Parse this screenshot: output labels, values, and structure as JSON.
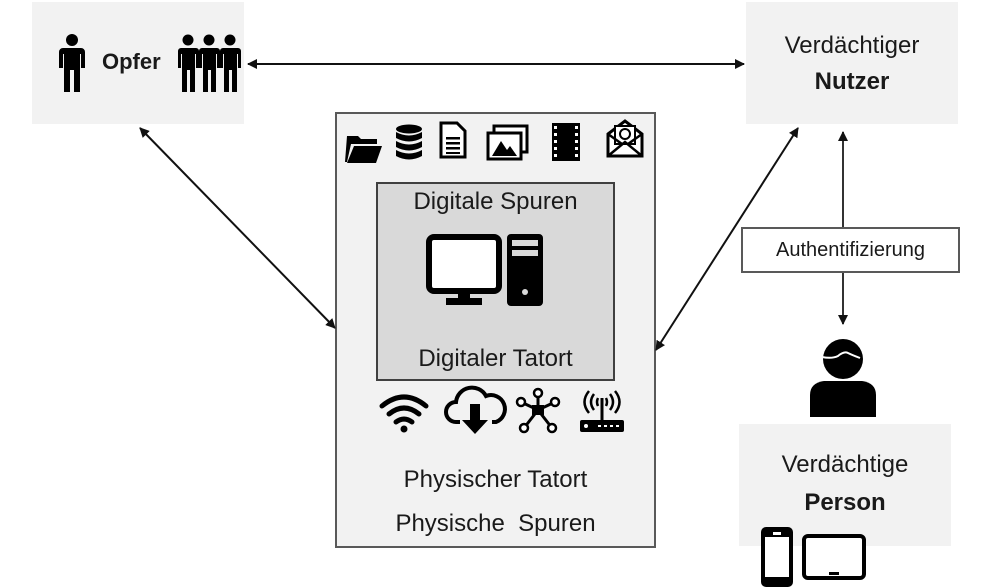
{
  "diagram": {
    "nodes": {
      "victim": {
        "label": "Opfer",
        "icons": [
          "person-icon",
          "group-icon"
        ]
      },
      "suspect_user": {
        "line1": "Verdächtiger",
        "line2": "Nutzer"
      },
      "suspect_person": {
        "line1": "Verdächtige",
        "line2": "Person",
        "icons": [
          "user-avatar-icon",
          "smartphone-icon",
          "tablet-icon"
        ]
      },
      "digital_scene": {
        "top_label": "Digitale Spuren",
        "bottom_label": "Digitaler Tatort",
        "icons": [
          "monitor-icon",
          "tower-pc-icon"
        ]
      },
      "physical_scene": {
        "line1": "Physischer Tatort",
        "line2": "Physische  Spuren"
      },
      "authentication": {
        "label": "Authentifizierung"
      }
    },
    "top_icons": [
      "folder-icon",
      "database-icon",
      "document-icon",
      "images-icon",
      "film-icon",
      "email-icon"
    ],
    "bottom_icons": [
      "wifi-icon",
      "cloud-download-icon",
      "network-icon",
      "router-icon"
    ],
    "edges": [
      {
        "from": "victim",
        "to": "suspect_user",
        "type": "bidirectional"
      },
      {
        "from": "victim",
        "to": "physical_scene",
        "type": "bidirectional"
      },
      {
        "from": "suspect_user",
        "to": "physical_scene",
        "type": "bidirectional"
      },
      {
        "from": "suspect_user",
        "to": "suspect_person",
        "type": "bidirectional",
        "label": "Authentifizierung"
      }
    ]
  }
}
